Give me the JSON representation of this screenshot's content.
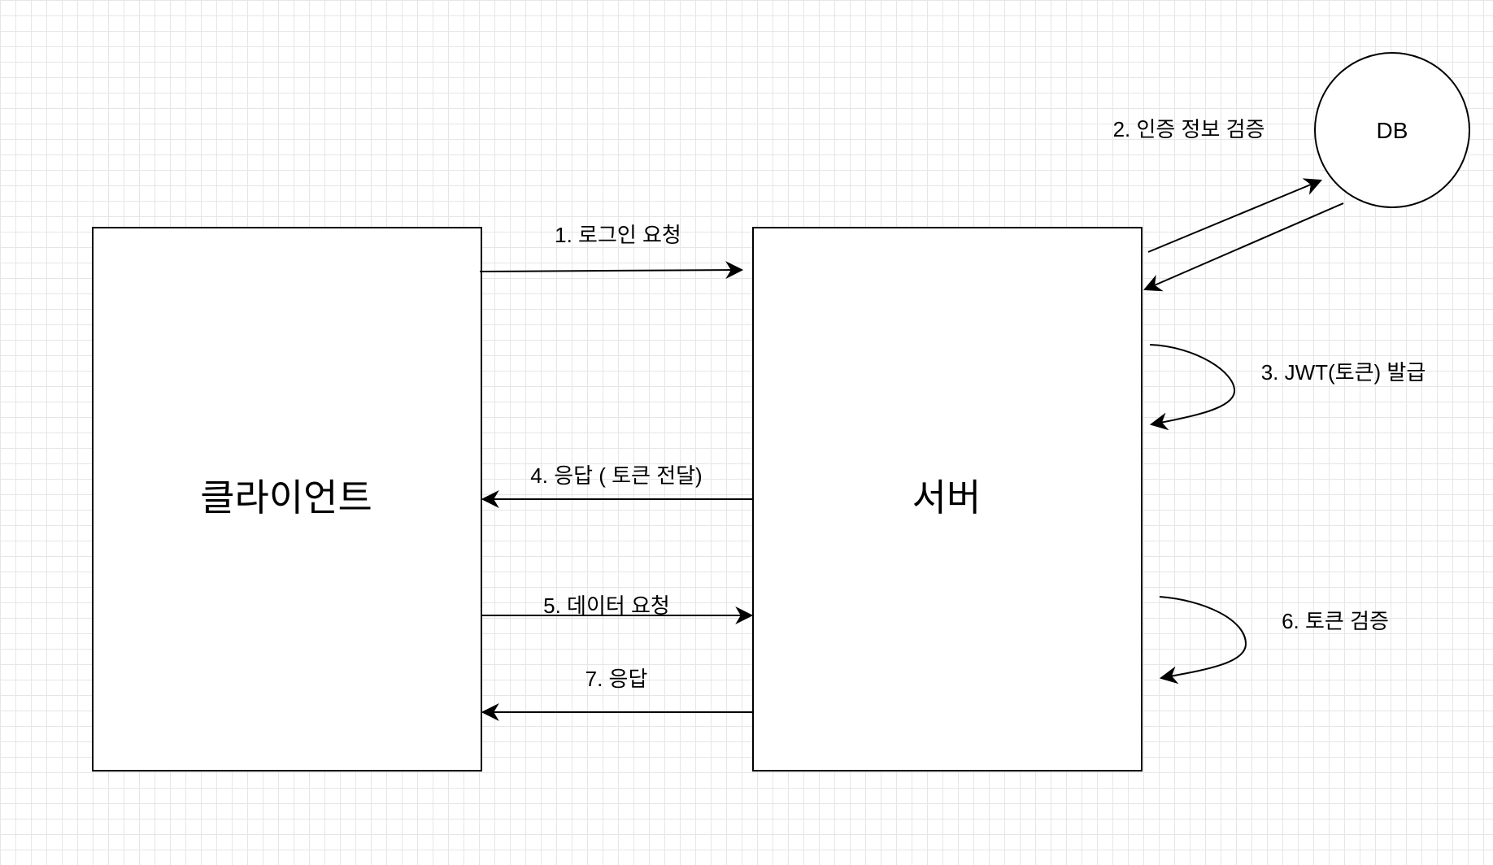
{
  "nodes": {
    "client": "클라이언트",
    "server": "서버",
    "db": "DB"
  },
  "edges": {
    "login_request": "1. 로그인 요청",
    "verify_credentials": "2. 인증 정보 검증",
    "issue_jwt": "3. JWT(토큰) 발급",
    "response_token": "4. 응답 ( 토큰 전달)",
    "data_request": "5. 데이터 요청",
    "verify_token": "6. 토큰 검증",
    "response": "7. 응답"
  }
}
